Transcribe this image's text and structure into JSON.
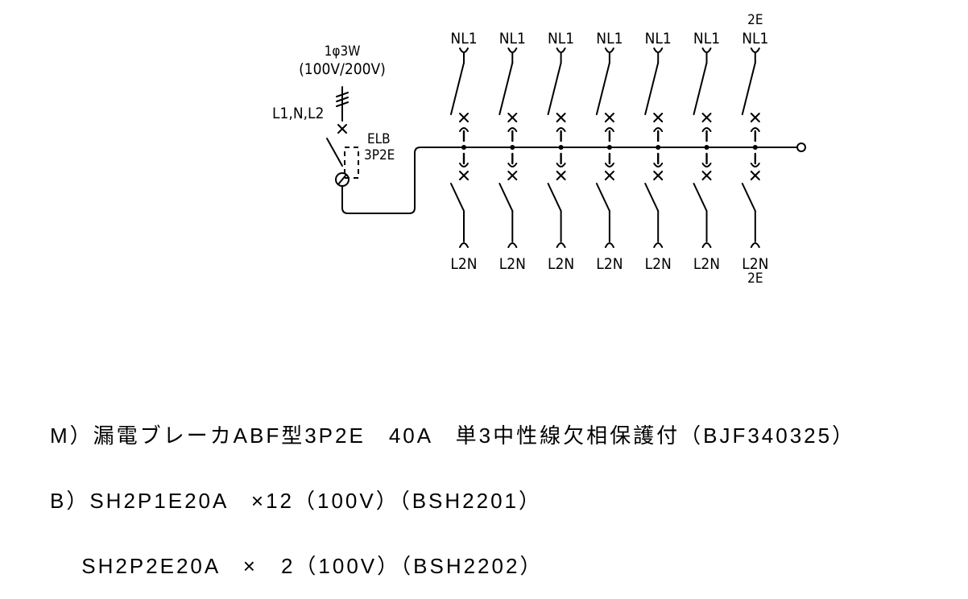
{
  "diagram": {
    "supply": {
      "phase_label": "1φ3W",
      "voltage_label": "(100V/200V)",
      "lines_label": "L1,N,L2"
    },
    "main_breaker": {
      "label_line1": "ELB",
      "label_line2": "3P2E"
    },
    "branches": [
      {
        "top_label": "NL1",
        "top_extra": "",
        "bottom_label": "L2N",
        "bottom_extra": ""
      },
      {
        "top_label": "NL1",
        "top_extra": "",
        "bottom_label": "L2N",
        "bottom_extra": ""
      },
      {
        "top_label": "NL1",
        "top_extra": "",
        "bottom_label": "L2N",
        "bottom_extra": ""
      },
      {
        "top_label": "NL1",
        "top_extra": "",
        "bottom_label": "L2N",
        "bottom_extra": ""
      },
      {
        "top_label": "NL1",
        "top_extra": "",
        "bottom_label": "L2N",
        "bottom_extra": ""
      },
      {
        "top_label": "NL1",
        "top_extra": "",
        "bottom_label": "L2N",
        "bottom_extra": ""
      },
      {
        "top_label": "NL1",
        "top_extra": "2E",
        "bottom_label": "L2N",
        "bottom_extra": "2E"
      }
    ]
  },
  "notes": {
    "line1": "M）漏電ブレーカABF型3P2E　40A　単3中性線欠相保護付（BJF340325）",
    "line2": "B）SH2P1E20A　×12（100V）（BSH2201）",
    "line3": "　 SH2P2E20A　×　2（100V）（BSH2202）"
  }
}
